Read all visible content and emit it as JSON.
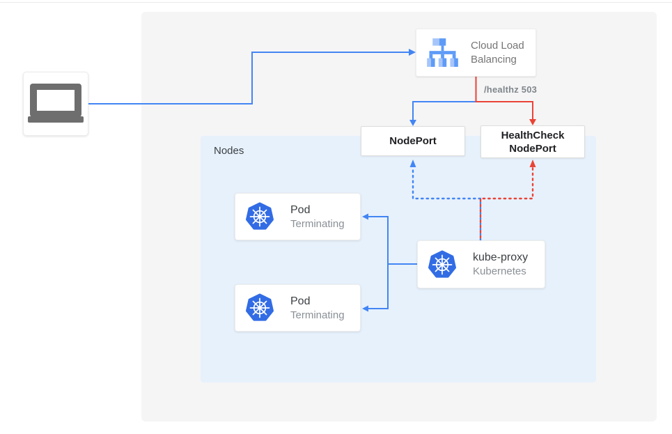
{
  "diagram": {
    "nodes_group_label": "Nodes",
    "client": {
      "icon": "laptop-icon"
    },
    "cloud_load_balancing": {
      "label": "Cloud Load Balancing",
      "icon": "cloud-load-balancing-icon"
    },
    "nodeport": {
      "label": "NodePort"
    },
    "healthcheck_nodeport": {
      "label": "HealthCheck NodePort"
    },
    "pods": [
      {
        "title": "Pod",
        "subtitle": "Terminating",
        "icon": "kubernetes-icon"
      },
      {
        "title": "Pod",
        "subtitle": "Terminating",
        "icon": "kubernetes-icon"
      }
    ],
    "kube_proxy": {
      "title": "kube-proxy",
      "subtitle": "Kubernetes",
      "icon": "kubernetes-icon"
    },
    "edges": [
      {
        "from": "client",
        "to": "cloud-load-balancing",
        "style": "solid",
        "color": "blue"
      },
      {
        "from": "cloud-load-balancing",
        "to": "nodeport",
        "style": "solid",
        "color": "blue"
      },
      {
        "from": "cloud-load-balancing",
        "to": "healthcheck-nodeport",
        "style": "solid",
        "color": "red",
        "label": "/healthz 503"
      },
      {
        "from": "kube-proxy",
        "to": "nodeport",
        "style": "dotted",
        "color": "blue"
      },
      {
        "from": "kube-proxy",
        "to": "healthcheck-nodeport",
        "style": "dotted",
        "color": "red"
      },
      {
        "from": "kube-proxy",
        "to": "pod-1",
        "style": "solid",
        "color": "blue"
      },
      {
        "from": "kube-proxy",
        "to": "pod-2",
        "style": "solid",
        "color": "blue"
      }
    ],
    "colors": {
      "blue": "#4285f4",
      "red": "#ea4335",
      "kubernetes_blue": "#326ce5",
      "nodes_bg": "#e7f1fc",
      "panel_bg": "#f5f5f6"
    }
  }
}
